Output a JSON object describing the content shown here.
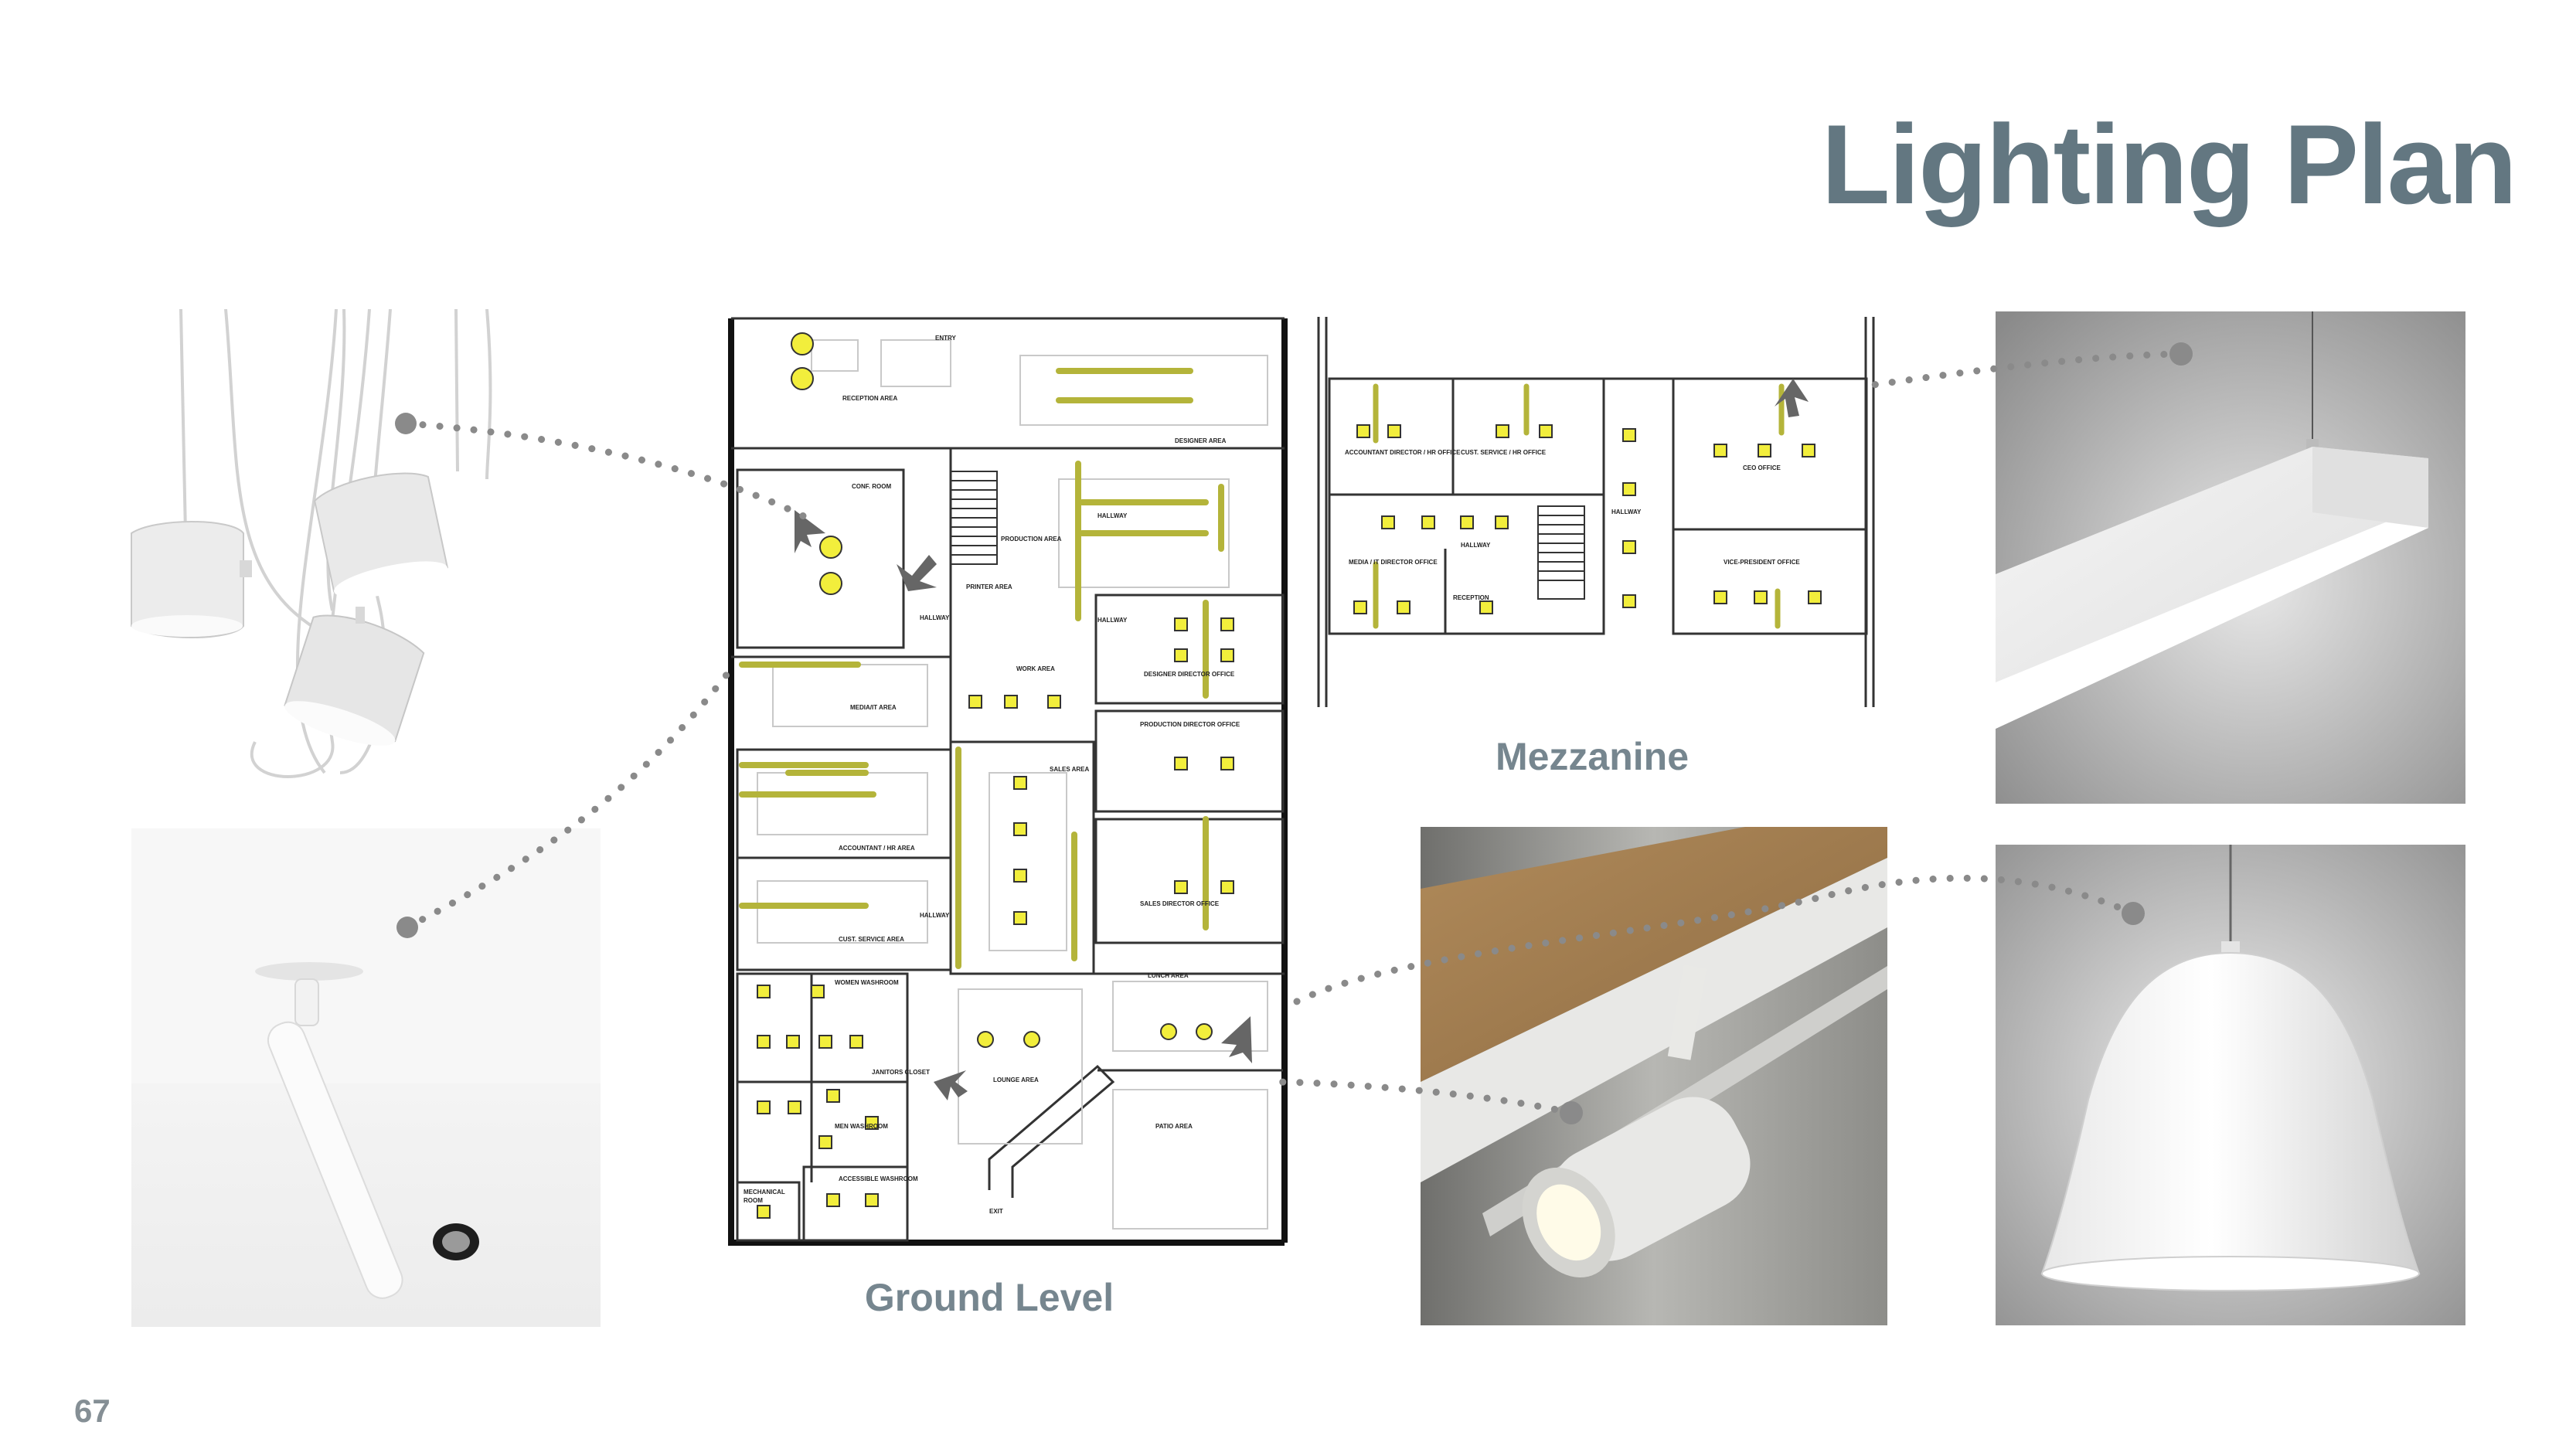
{
  "slide": {
    "title": "Lighting Plan",
    "page_number": "67"
  },
  "plans": {
    "ground_label": "Ground Level",
    "mezzanine_label": "Mezzanine"
  },
  "photos": [
    {
      "subject": "cluster of white drum pendant lights"
    },
    {
      "subject": "white recessed adjustable spotlight"
    },
    {
      "subject": "white linear suspended light"
    },
    {
      "subject": "white track spotlight on wood ceiling"
    },
    {
      "subject": "white bell pendant light"
    }
  ],
  "colors": {
    "title": "#637781",
    "label": "#76868f",
    "fixture_yellow": "#f2ee3c",
    "linear_fixture": "#b4b43a",
    "connector": "#8a8a8a"
  }
}
